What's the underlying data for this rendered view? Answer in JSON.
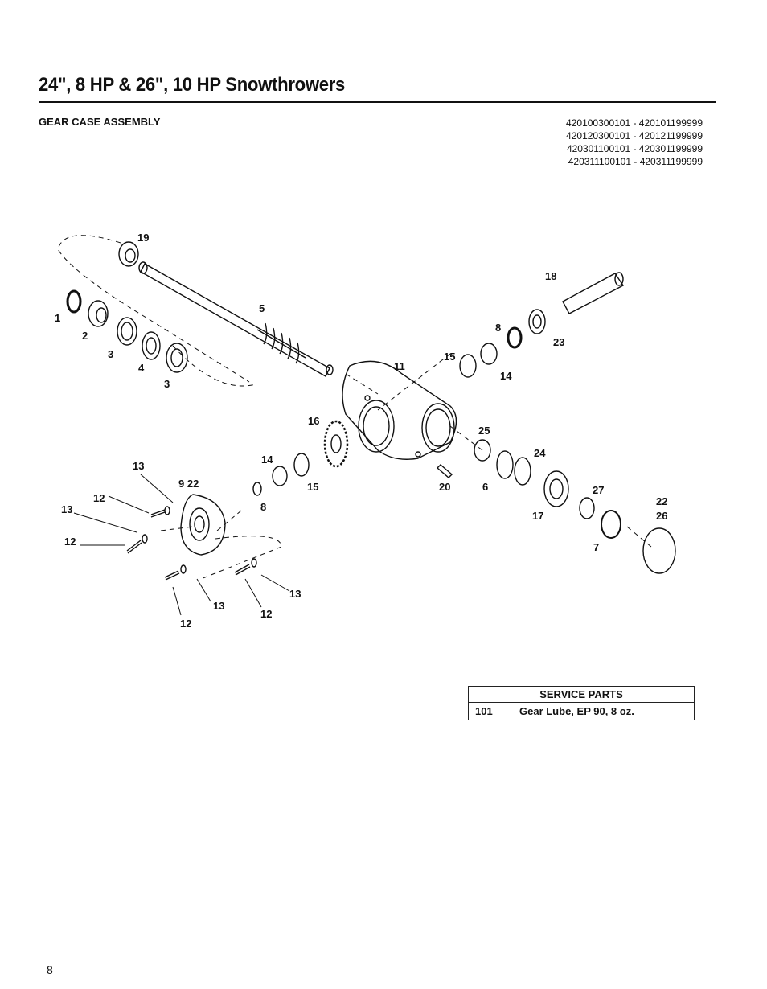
{
  "page": {
    "title": "24\", 8 HP & 26\", 10 HP Snowthrowers",
    "subtitle": "GEAR CASE ASSEMBLY",
    "serial_ranges": [
      "420100300101 - 420101199999",
      "420120300101 - 420121199999",
      "420301100101 - 420301199999",
      "420311100101 - 420311199999"
    ],
    "page_number": "8"
  },
  "diagram": {
    "callouts": [
      "19",
      "18",
      "1",
      "2",
      "3",
      "4",
      "3",
      "5",
      "8",
      "23",
      "15",
      "14",
      "11",
      "16",
      "25",
      "24",
      "13",
      "14",
      "9 22",
      "12",
      "13",
      "15",
      "20",
      "6",
      "27",
      "22",
      "26",
      "8",
      "17",
      "12",
      "7",
      "13",
      "13",
      "12",
      "12"
    ]
  },
  "service_parts": {
    "header": "SERVICE PARTS",
    "rows": [
      {
        "number": "101",
        "description": "Gear Lube, EP 90, 8 oz."
      }
    ]
  }
}
